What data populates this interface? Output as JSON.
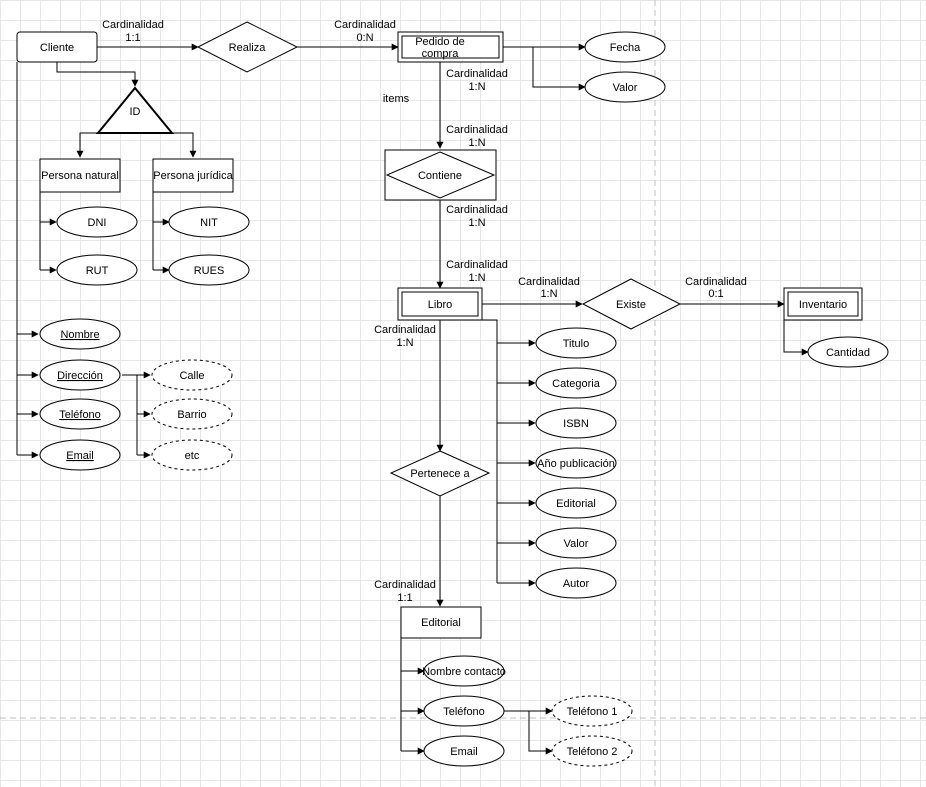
{
  "colors": {
    "stroke": "#000000",
    "fill": "#ffffff",
    "grid": "#e6e6e6",
    "page_break": "#c0c0c0"
  },
  "nodes": {
    "cliente": "Cliente",
    "realiza": "Realiza",
    "pedido": [
      "Pedido de",
      "compra"
    ],
    "fecha": "Fecha",
    "valor_pedido": "Valor",
    "id": "ID",
    "persona_natural": "Persona natural",
    "persona_juridica": "Persona jurídica",
    "dni": "DNI",
    "rut": "RUT",
    "nit": "NIT",
    "rues": "RUES",
    "nombre": "Nombre",
    "direccion": "Dirección",
    "telefono_cliente": "Teléfono",
    "email_cliente": "Email",
    "calle": "Calle",
    "barrio": "Barrio",
    "etc": "etc",
    "contiene": "Contiene",
    "libro": "Libro",
    "existe": "Existe",
    "inventario": "Inventario",
    "cantidad": "Cantidad",
    "titulo": "Titulo",
    "categoria": "Categoria",
    "isbn": "ISBN",
    "anio": "Año publicación",
    "editorial_attr": "Editorial",
    "valor_libro": "Valor",
    "autor": "Autor",
    "pertenece": "Pertenece a",
    "editorial": "Editorial",
    "nombre_contacto": "Nombre contacto",
    "telefono_editorial": "Teléfono",
    "email_editorial": "Email",
    "telefono1": "Teléfono 1",
    "telefono2": "Teléfono 2"
  },
  "labels": {
    "c1": [
      "Cardinalidad",
      "1:1"
    ],
    "c2": [
      "Cardinalidad",
      "0:N"
    ],
    "c3": [
      "Cardinalidad",
      "1:N"
    ],
    "items": "items",
    "c4": [
      "Cardinalidad",
      "1:N"
    ],
    "c5": [
      "Cardinalidad",
      "1:N"
    ],
    "c6": [
      "Cardinalidad",
      "1:N"
    ],
    "c7": [
      "Cardinalidad",
      "1:N"
    ],
    "c8": [
      "Cardinalidad",
      "0:1"
    ],
    "c9": [
      "Cardinalidad",
      "1:N"
    ],
    "c10": [
      "Cardinalidad",
      "1:1"
    ]
  }
}
